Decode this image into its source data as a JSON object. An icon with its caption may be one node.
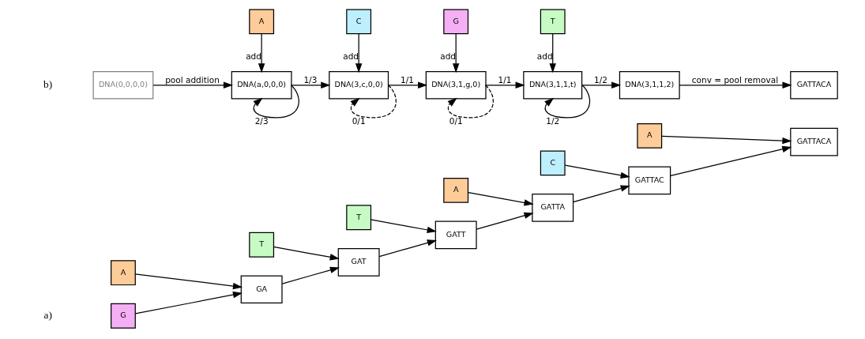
{
  "diagram": {
    "nodes": [
      {
        "text": [
          "G"
        ]
      },
      {
        "text": [
          "A"
        ]
      },
      {
        "text": [
          "GA"
        ]
      },
      {
        "text": [
          "T"
        ]
      },
      {
        "text": [
          "GAT"
        ]
      },
      {
        "text": [
          "T"
        ]
      },
      {
        "text": [
          "GATT"
        ]
      },
      {
        "text": [
          "A"
        ]
      },
      {
        "text": [
          "GATTA"
        ]
      },
      {
        "text": [
          "C"
        ]
      },
      {
        "text": [
          "GATTAC"
        ]
      },
      {
        "text": [
          "A"
        ]
      },
      {
        "text": [
          "GATTACA"
        ]
      },
      {
        "text": [
          "DNA(0,0,0,0)"
        ]
      },
      {
        "text": [
          "DNA(a,0,0,0)"
        ]
      },
      {
        "text": [
          "DNA(3,c,0,0)"
        ]
      },
      {
        "text": [
          "DNA(3,1,g,0)"
        ]
      },
      {
        "text": [
          "DNA(3,1,1,t)"
        ]
      },
      {
        "text": [
          "DNA(3,1,1,2)"
        ]
      },
      {
        "text": [
          "GATTACA"
        ]
      },
      {
        "text": [
          "A"
        ]
      },
      {
        "text": [
          "C"
        ]
      },
      {
        "text": [
          "G"
        ]
      },
      {
        "text": [
          "T"
        ]
      }
    ],
    "edges": [
      {
        "from": 0,
        "to": 2,
        "arrow": "to"
      },
      {
        "from": 1,
        "to": 2,
        "arrow": "to"
      },
      {
        "from": 2,
        "to": 4,
        "arrow": "to"
      },
      {
        "from": 3,
        "to": 4,
        "arrow": "to"
      },
      {
        "from": 4,
        "to": 6,
        "arrow": "to"
      },
      {
        "from": 5,
        "to": 6,
        "arrow": "to"
      },
      {
        "from": 6,
        "to": 8,
        "arrow": "to"
      },
      {
        "from": 7,
        "to": 8,
        "arrow": "to"
      },
      {
        "from": 8,
        "to": 10,
        "arrow": "to"
      },
      {
        "from": 9,
        "to": 10,
        "arrow": "to"
      },
      {
        "from": 10,
        "to": 12,
        "arrow": "to"
      },
      {
        "from": 11,
        "to": 12,
        "arrow": "to"
      },
      {
        "from": 13,
        "to": 14,
        "arrow": "to",
        "label": "pool addition"
      },
      {
        "from": 14,
        "to": 15,
        "arrow": "to",
        "label": "1/3"
      },
      {
        "from": 14,
        "to": 14,
        "arrow": "to",
        "label": "2/3"
      },
      {
        "from": 15,
        "to": 16,
        "arrow": "to",
        "label": "1/1"
      },
      {
        "from": 15,
        "to": 15,
        "arrow": "to",
        "label": "0/1",
        "style": "dashed"
      },
      {
        "from": 16,
        "to": 17,
        "arrow": "to",
        "label": "1/1"
      },
      {
        "from": 16,
        "to": 16,
        "arrow": "to",
        "label": "0/1",
        "style": "dashed"
      },
      {
        "from": 17,
        "to": 18,
        "arrow": "to",
        "label": "1/2"
      },
      {
        "from": 17,
        "to": 17,
        "arrow": "to",
        "label": "1/2"
      },
      {
        "from": 18,
        "to": 19,
        "arrow": "to",
        "label": "conv = pool removal"
      },
      {
        "from": 20,
        "to": 14,
        "arrow": "to",
        "label": "add"
      },
      {
        "from": 21,
        "to": 15,
        "arrow": "to",
        "label": "add"
      },
      {
        "from": 22,
        "to": 16,
        "arrow": "to",
        "label": "add"
      },
      {
        "from": 23,
        "to": 17,
        "arrow": "to",
        "label": "add"
      }
    ],
    "labels": [
      "a)",
      "b)"
    ]
  }
}
